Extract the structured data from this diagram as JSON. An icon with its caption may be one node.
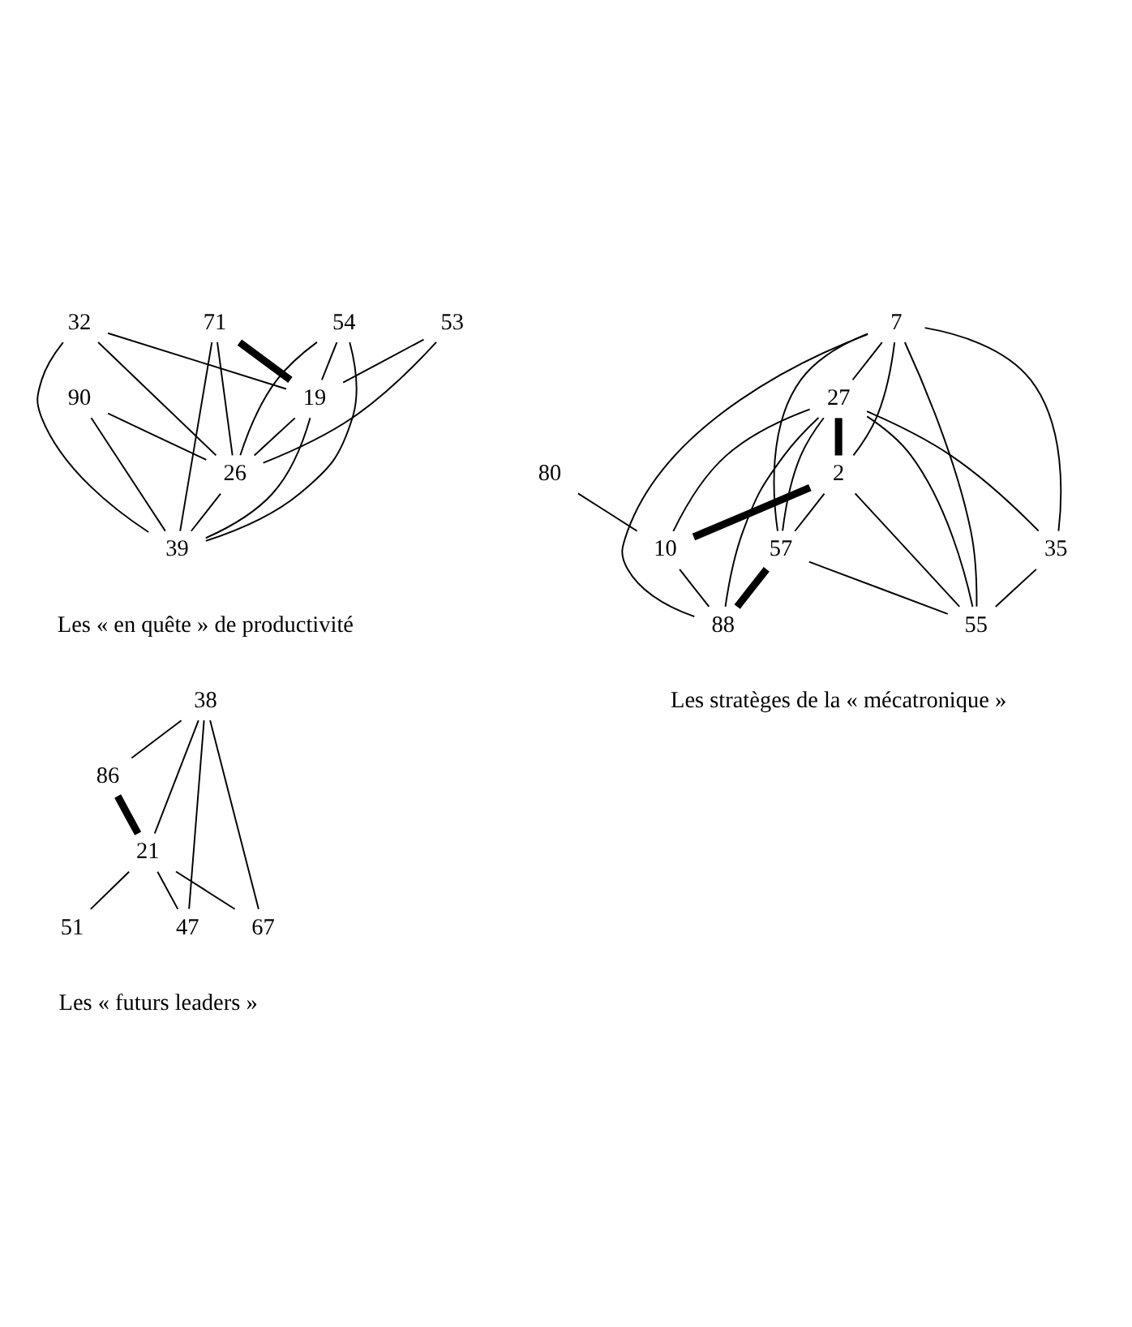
{
  "diagram": {
    "nodes": [
      {
        "text": [
          "90"
        ]
      },
      {
        "text": [
          "32"
        ]
      },
      {
        "text": [
          "53"
        ]
      },
      {
        "text": [
          "71"
        ]
      },
      {
        "text": [
          "19"
        ]
      },
      {
        "text": [
          "54"
        ]
      },
      {
        "text": [
          "39"
        ]
      },
      {
        "text": [
          "26"
        ]
      },
      {
        "text": [
          "80"
        ]
      },
      {
        "text": [
          "7"
        ]
      },
      {
        "text": [
          "57"
        ]
      },
      {
        "text": [
          "27"
        ]
      },
      {
        "text": [
          "55"
        ]
      },
      {
        "text": [
          "88"
        ]
      },
      {
        "text": [
          "2"
        ]
      },
      {
        "text": [
          "10"
        ]
      },
      {
        "text": [
          "35"
        ]
      },
      {
        "text": [
          "38"
        ]
      },
      {
        "text": [
          "86"
        ]
      },
      {
        "text": [
          "47"
        ]
      },
      {
        "text": [
          "51"
        ]
      },
      {
        "text": [
          "21"
        ]
      },
      {
        "text": [
          "67"
        ]
      }
    ],
    "edges": [
      {
        "from": 1,
        "to": 4,
        "arrow": "none"
      },
      {
        "from": 2,
        "to": 4,
        "arrow": "none"
      },
      {
        "from": 1,
        "to": 7,
        "arrow": "none"
      },
      {
        "from": 1,
        "to": 6,
        "arrow": "none"
      },
      {
        "from": 2,
        "to": 7,
        "arrow": "none"
      },
      {
        "from": 0,
        "to": 7,
        "arrow": "none"
      },
      {
        "from": 0,
        "to": 6,
        "arrow": "none"
      },
      {
        "from": 5,
        "to": 4,
        "arrow": "none"
      },
      {
        "from": 5,
        "to": 6,
        "arrow": "none"
      },
      {
        "from": 5,
        "to": 7,
        "arrow": "none"
      },
      {
        "from": 3,
        "to": 7,
        "arrow": "none"
      },
      {
        "from": 3,
        "to": 6,
        "arrow": "none"
      },
      {
        "from": 3,
        "to": 4,
        "arrow": "none",
        "style": "thick"
      },
      {
        "from": 4,
        "to": 7,
        "arrow": "none"
      },
      {
        "from": 4,
        "to": 6,
        "arrow": "none"
      },
      {
        "from": 7,
        "to": 6,
        "arrow": "none"
      },
      {
        "from": 8,
        "to": 15,
        "arrow": "none"
      },
      {
        "from": 9,
        "to": 11,
        "arrow": "none"
      },
      {
        "from": 9,
        "to": 14,
        "arrow": "none"
      },
      {
        "from": 9,
        "to": 10,
        "arrow": "none"
      },
      {
        "from": 9,
        "to": 12,
        "arrow": "none"
      },
      {
        "from": 9,
        "to": 13,
        "arrow": "none"
      },
      {
        "from": 9,
        "to": 16,
        "arrow": "none"
      },
      {
        "from": 11,
        "to": 10,
        "arrow": "none"
      },
      {
        "from": 11,
        "to": 12,
        "arrow": "none"
      },
      {
        "from": 11,
        "to": 13,
        "arrow": "none"
      },
      {
        "from": 11,
        "to": 16,
        "arrow": "none"
      },
      {
        "from": 11,
        "to": 15,
        "arrow": "none"
      },
      {
        "from": 11,
        "to": 14,
        "arrow": "none",
        "style": "thick"
      },
      {
        "from": 14,
        "to": 15,
        "arrow": "none",
        "style": "thick"
      },
      {
        "from": 14,
        "to": 10,
        "arrow": "none"
      },
      {
        "from": 14,
        "to": 12,
        "arrow": "none"
      },
      {
        "from": 10,
        "to": 13,
        "arrow": "none",
        "style": "thick"
      },
      {
        "from": 10,
        "to": 12,
        "arrow": "none"
      },
      {
        "from": 15,
        "to": 13,
        "arrow": "none"
      },
      {
        "from": 16,
        "to": 12,
        "arrow": "none"
      },
      {
        "from": 17,
        "to": 18,
        "arrow": "none"
      },
      {
        "from": 17,
        "to": 21,
        "arrow": "none"
      },
      {
        "from": 17,
        "to": 19,
        "arrow": "none"
      },
      {
        "from": 17,
        "to": 22,
        "arrow": "none"
      },
      {
        "from": 18,
        "to": 21,
        "arrow": "none",
        "style": "thick"
      },
      {
        "from": 21,
        "to": 19,
        "arrow": "none"
      },
      {
        "from": 21,
        "to": 20,
        "arrow": "none"
      },
      {
        "from": 21,
        "to": 22,
        "arrow": "none"
      }
    ],
    "labels": [
      "Les « en quête » de productivité",
      "Les stratèges de la « mécatronique »",
      "Les « futurs leaders »"
    ]
  }
}
